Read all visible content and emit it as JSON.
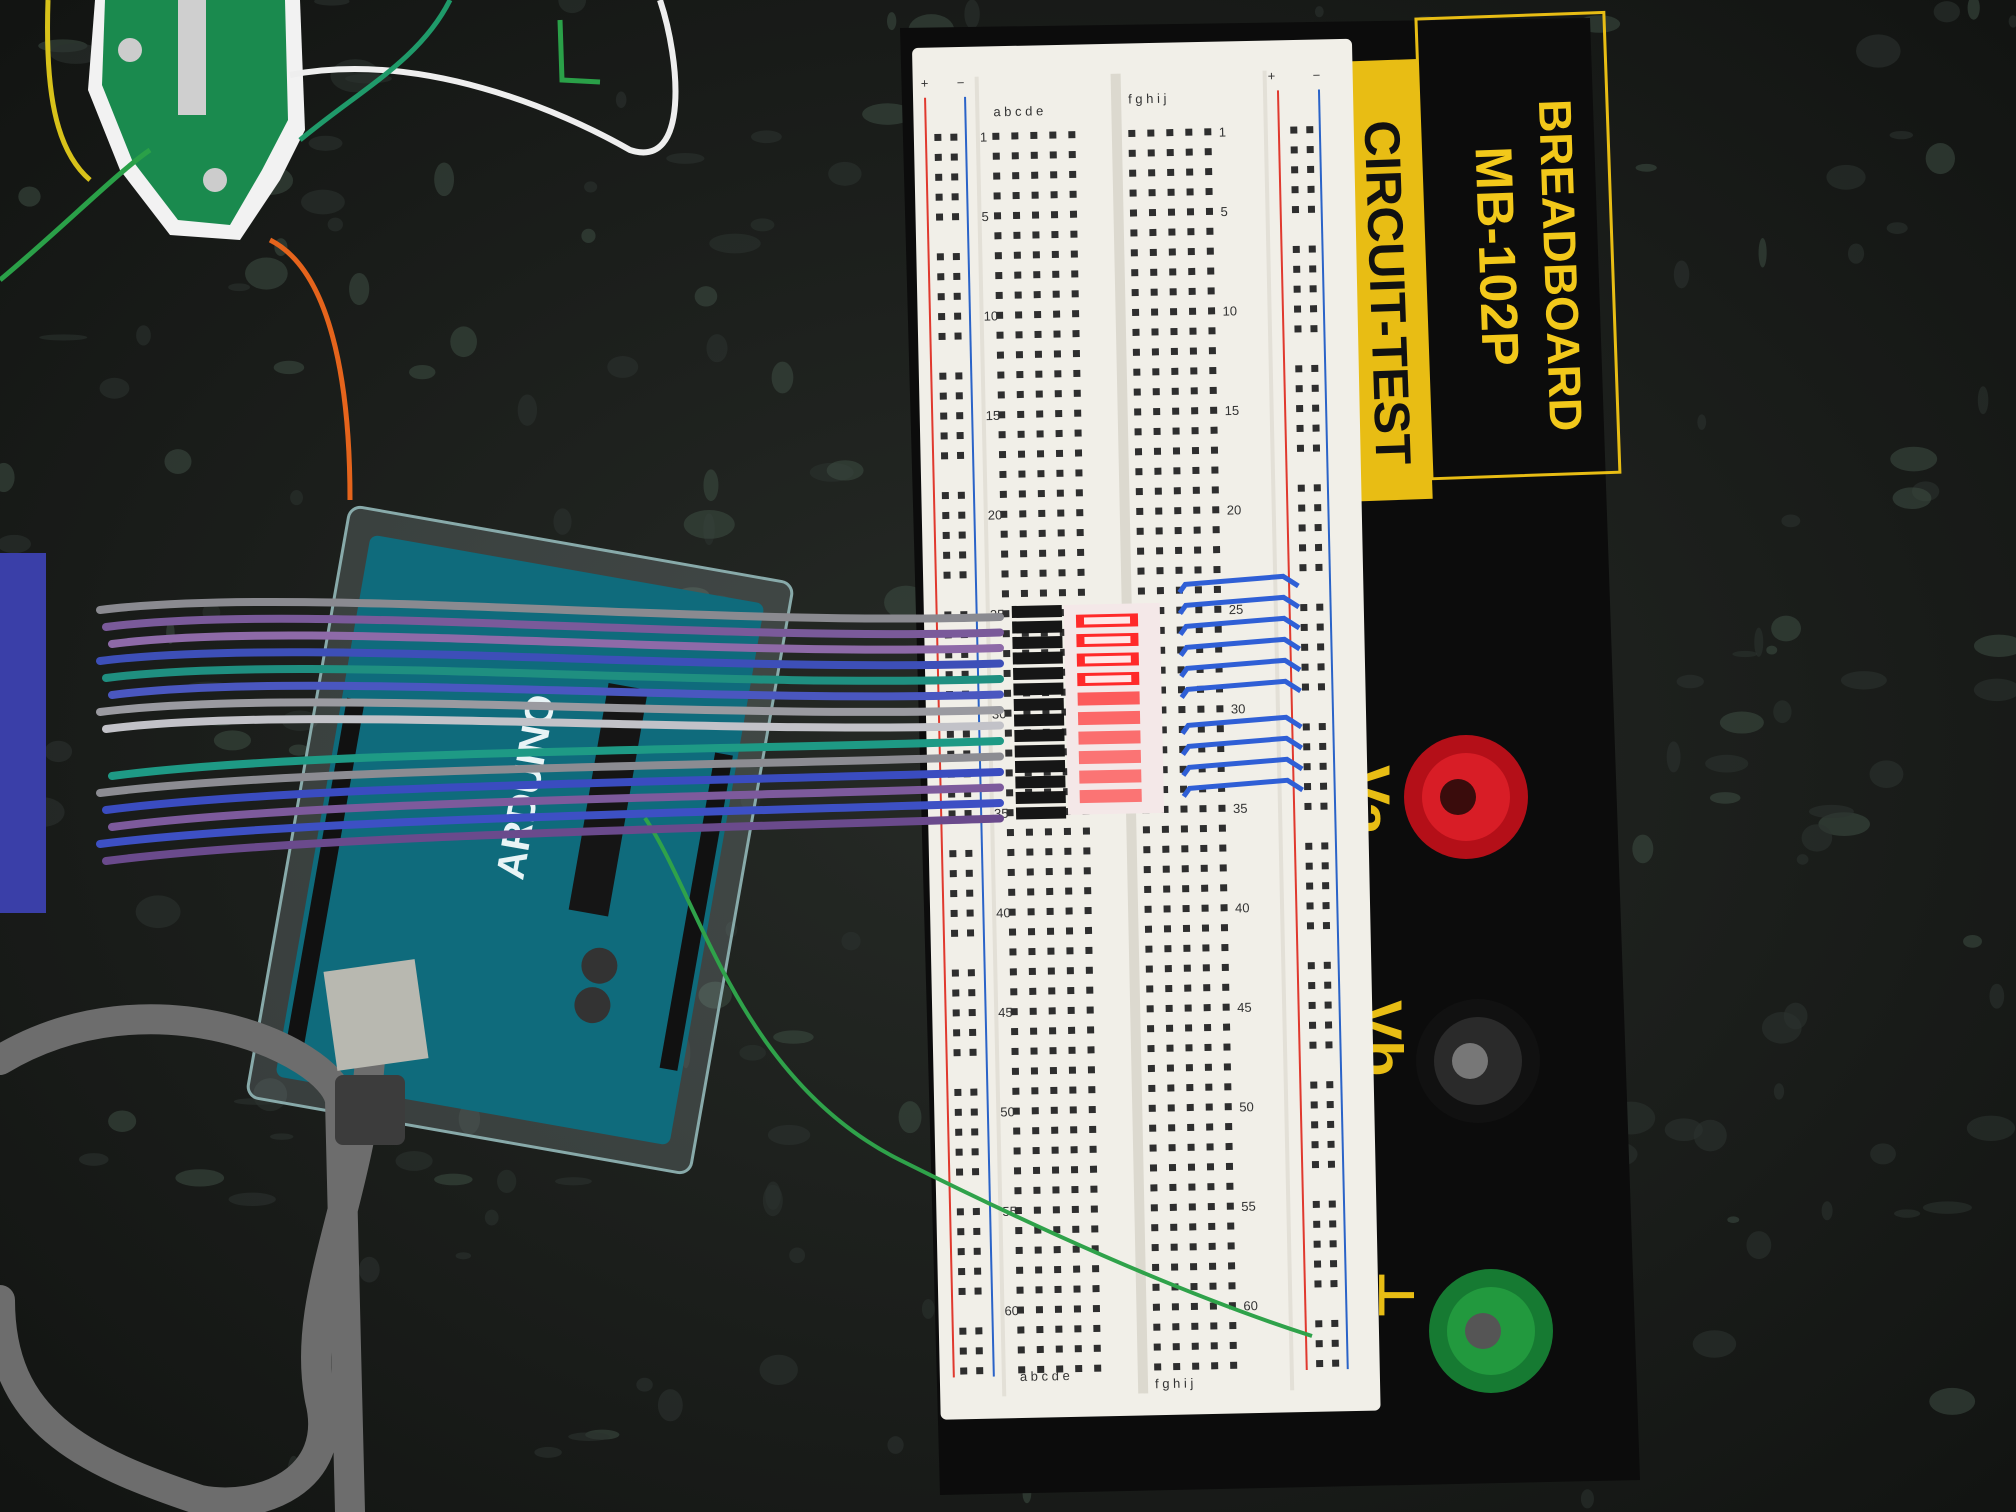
{
  "label": {
    "line1": "BREADBOARD",
    "line2": "MB-102P",
    "band": "CIRCUIT-TEST",
    "text_color": "#f2c81a",
    "band_color": "#e8bd14"
  },
  "terminals": [
    {
      "label": "Va",
      "color": "#c8121c"
    },
    {
      "label": "Vb",
      "color": "#1a1a1a"
    },
    {
      "label": "⏚",
      "color": "#1f8a3a"
    }
  ],
  "breadboard": {
    "columns_left": "a b c d e",
    "columns_right": "f g h i j",
    "rail_plus": "+",
    "rail_minus": "−",
    "row_numbers": [
      "1",
      "5",
      "10",
      "15",
      "20",
      "25",
      "30",
      "35",
      "40",
      "45",
      "50",
      "55",
      "60"
    ],
    "rail_red": "#e0392e",
    "rail_blue": "#2a63c8"
  },
  "led_bar": {
    "segment_states": [
      1,
      1,
      1,
      1,
      0.6,
      0.5,
      0.45,
      0.4,
      0.4,
      0.4
    ],
    "color": "#ff2a2a"
  },
  "ribbon_wire_colors": [
    "#8a8a90",
    "#7a5a9a",
    "#8e6aa8",
    "#3d4fb8",
    "#1f8f80",
    "#4a57c0",
    "#9a9aa0",
    "#c2c2c8",
    "#1e9a85",
    "#8c8c92",
    "#3a4cc0",
    "#7d5a9c",
    "#3d50c4",
    "#6a4a8c"
  ],
  "arduino": {
    "brand": "ARDUINO",
    "color": "#0f6b7c"
  }
}
